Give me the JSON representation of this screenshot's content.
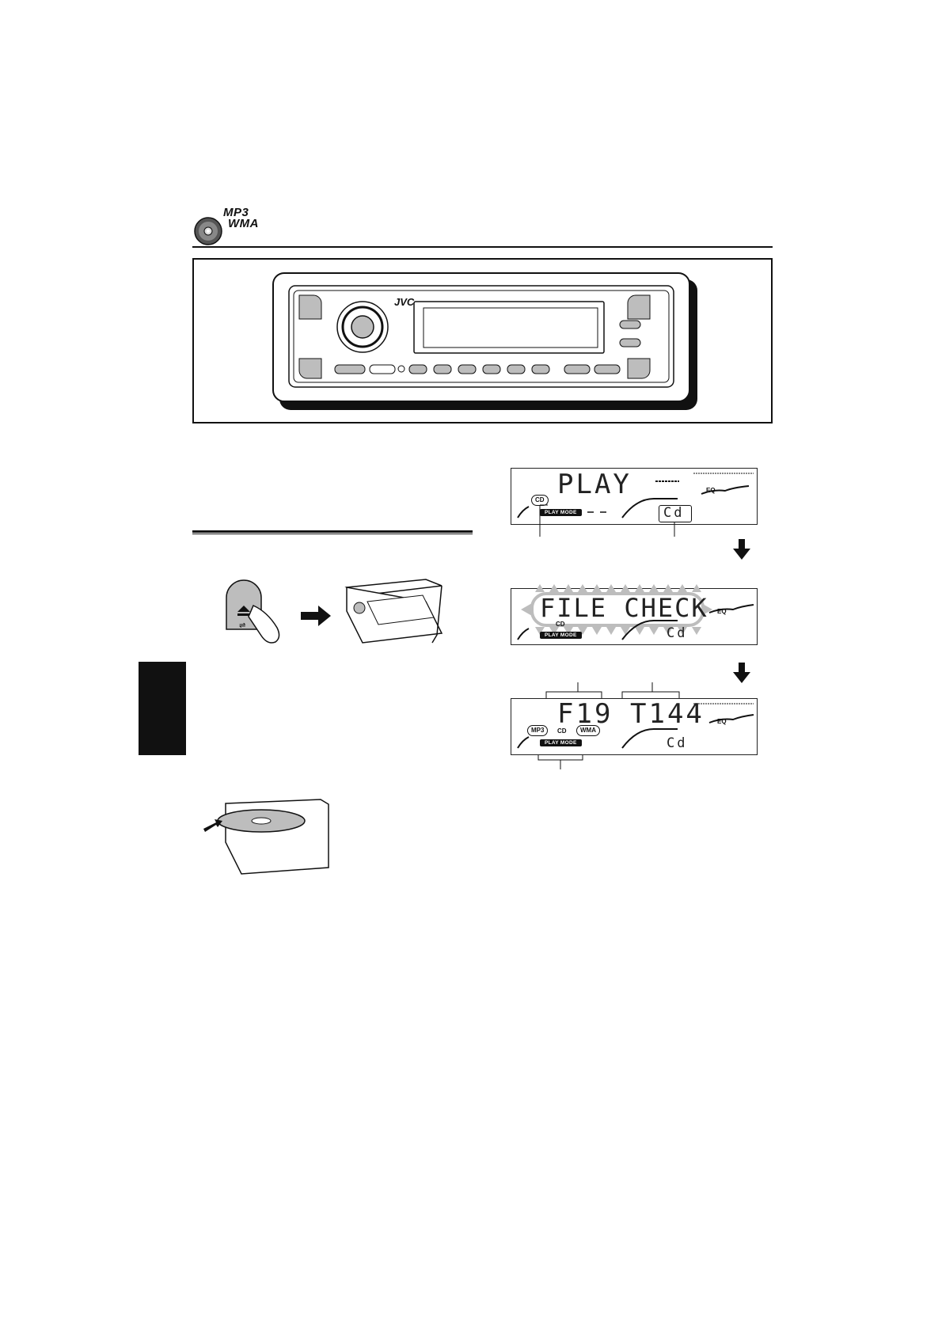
{
  "header": {
    "logo_lines": [
      "MP3",
      "WMA"
    ]
  },
  "panel": {
    "brand": "JVC"
  },
  "displays": [
    {
      "id": "play",
      "main_text": "PLAY",
      "indicators": {
        "cd": "CD",
        "play_mode": "PLAY MODE",
        "eq": "EQ"
      },
      "source_code": "Cd"
    },
    {
      "id": "file-check",
      "main_text": "FILE CHECK",
      "indicators": {
        "cd": "CD",
        "play_mode": "PLAY MODE",
        "eq": "EQ"
      },
      "source_code": "Cd"
    },
    {
      "id": "folder-track",
      "folder_text": "F19",
      "track_text": "T144",
      "indicators": {
        "mp3": "MP3",
        "cd": "CD",
        "wma": "WMA",
        "play_mode": "PLAY MODE",
        "eq": "EQ"
      },
      "source_code": "Cd"
    }
  ],
  "colors": {
    "ink": "#111111",
    "panel_gray": "#bdbdbd",
    "page": "#ffffff"
  }
}
